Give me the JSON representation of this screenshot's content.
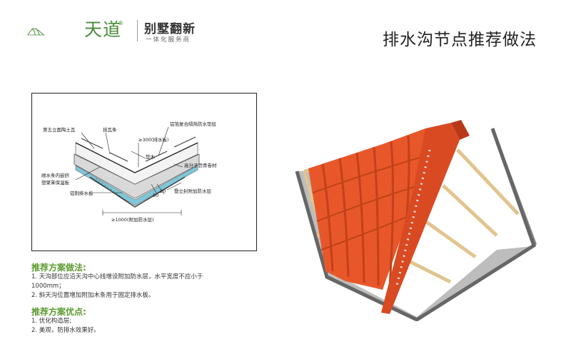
{
  "logo": {
    "brand_name": "天道",
    "registered_mark": "®",
    "service_name": "别墅翻新",
    "service_tagline": "一体化服务商"
  },
  "page_title": "排水沟节点推荐做法",
  "drawing": {
    "labels": {
      "tile": "第五立面陶土瓦",
      "batten": "挂瓦条",
      "foil": "铝箔复合隔热防水垫层",
      "min300": "≥300(排水板)",
      "wood_strip": "垫木",
      "membrane": "高分子沥青卷材",
      "insulation_1": "顺水条内嵌挤",
      "insulation_2": "塑聚苯保温板",
      "drain_board": "铝制排水板",
      "sealing": "暨立封附加防水层",
      "min1000": "≥1000(附加防水层)",
      "dim_50": "50",
      "dim_20": "20"
    }
  },
  "recommend": {
    "method_title": "推荐方案做法:",
    "method_lines": [
      "1. 天沟部位应沿天沟中心线增设附加防水层，水平宽度不应小于",
      "1000mm；",
      "2. 斜天沟位置增加附加木条用于固定排水板。"
    ],
    "advantage_title": "推荐方案优点:",
    "advantage_lines": [
      "1. 优化构造层;",
      "2. 美观，防排水效果好。"
    ]
  },
  "colors": {
    "brand_green": "#4a8c3a",
    "heading_green": "#5a9a2e",
    "tile_orange": "#e8572a",
    "batten_wood": "#e2c48f",
    "frame_gray": "#8a8a8a"
  }
}
